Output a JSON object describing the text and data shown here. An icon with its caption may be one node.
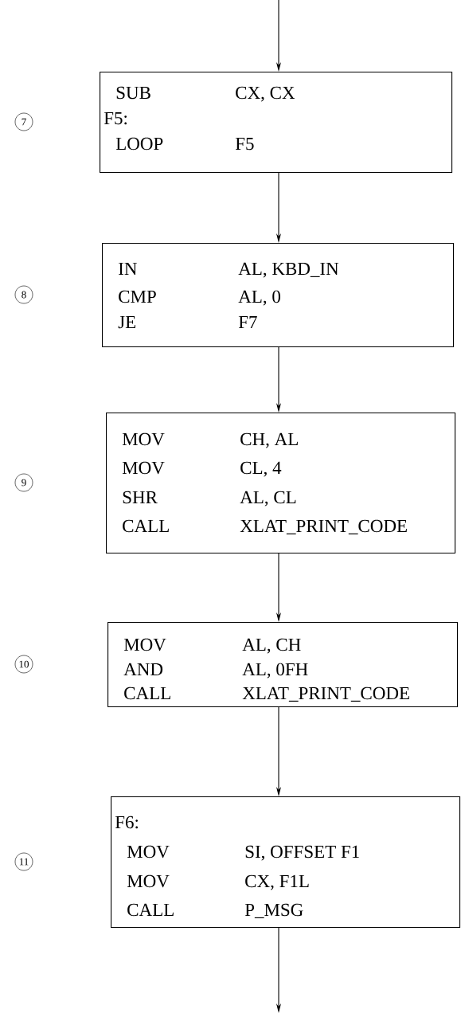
{
  "diagram": {
    "nodes": [
      {
        "text": [
          "SUB",
          "CX, CX",
          "F5:",
          "LOOP",
          "F5"
        ]
      },
      {
        "text": [
          "IN",
          "AL, KBD_IN",
          "CMP",
          "AL, 0",
          "JE",
          "F7"
        ]
      },
      {
        "text": [
          "MOV",
          "CH, AL",
          "MOV",
          "CL, 4",
          "SHR",
          "AL, CL",
          "CALL",
          "XLAT_PRINT_CODE"
        ]
      },
      {
        "text": [
          "MOV",
          "AL, CH",
          "AND",
          "AL, 0FH",
          "CALL",
          "XLAT_PRINT_CODE"
        ]
      },
      {
        "text": [
          "F6:",
          "MOV",
          "SI, OFFSET F1",
          "MOV",
          "CX, F1L",
          "CALL",
          "P_MSG"
        ]
      }
    ],
    "labels": [
      "7",
      "8",
      "9",
      "10",
      "11"
    ],
    "edges": [
      {
        "from": null,
        "to": 0,
        "arrow": "to"
      },
      {
        "from": 0,
        "to": 1,
        "arrow": "to"
      },
      {
        "from": 1,
        "to": 2,
        "arrow": "to"
      },
      {
        "from": 2,
        "to": 3,
        "arrow": "to"
      },
      {
        "from": 3,
        "to": 4,
        "arrow": "to"
      },
      {
        "from": 4,
        "to": null,
        "arrow": "to"
      }
    ]
  }
}
